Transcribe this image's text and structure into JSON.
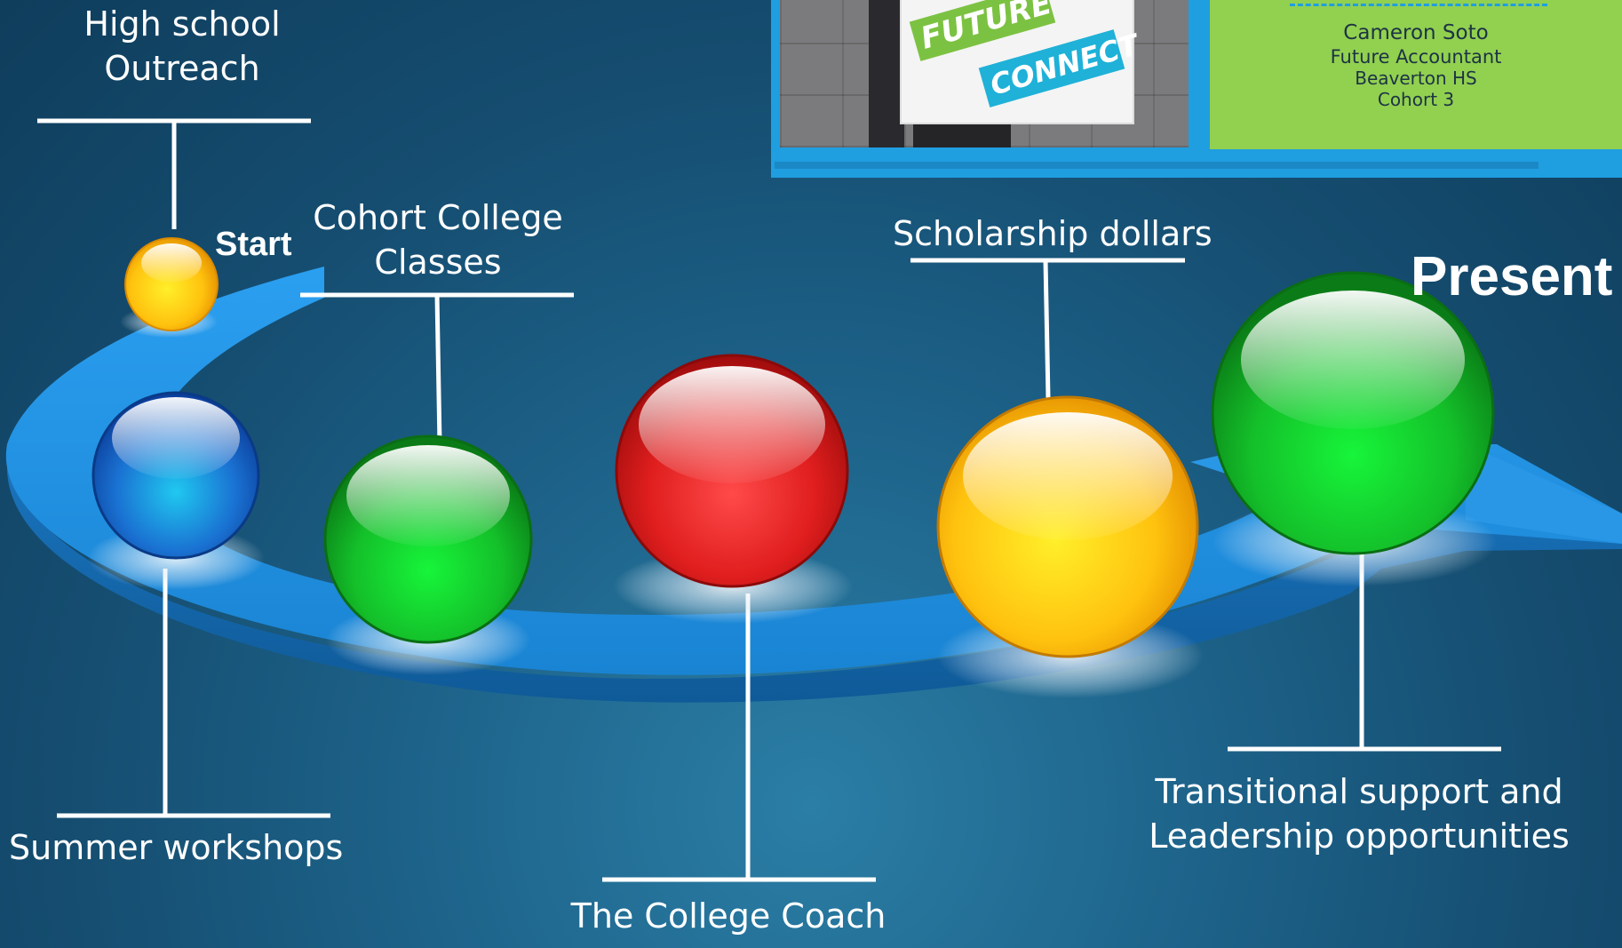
{
  "milestones": {
    "high_school_outreach": [
      "High school",
      "Outreach"
    ],
    "start": "Start",
    "cohort_college_classes": [
      "Cohort College",
      "Classes"
    ],
    "scholarship_dollars": "Scholarship dollars",
    "present": "Present",
    "summer_workshops": "Summer workshops",
    "college_coach": "The College Coach",
    "transitional_support": [
      "Transitional support and",
      "Leadership opportunities"
    ]
  },
  "photo_card": {
    "sign_line1": "FUTURE",
    "sign_line2": "CONNECT",
    "name": "Cameron Soto",
    "title": "Future Accountant",
    "school": "Beaverton HS",
    "cohort": "Cohort 3"
  },
  "colors": {
    "background": "#154d70",
    "arrow": "#1f8fdc",
    "ball_yellow": "#f7b500",
    "ball_blue": "#1a6fd0",
    "ball_green": "#1ec928",
    "ball_red": "#e01e1e",
    "card_green": "#92d050",
    "card_blue": "#1f9ee0"
  }
}
